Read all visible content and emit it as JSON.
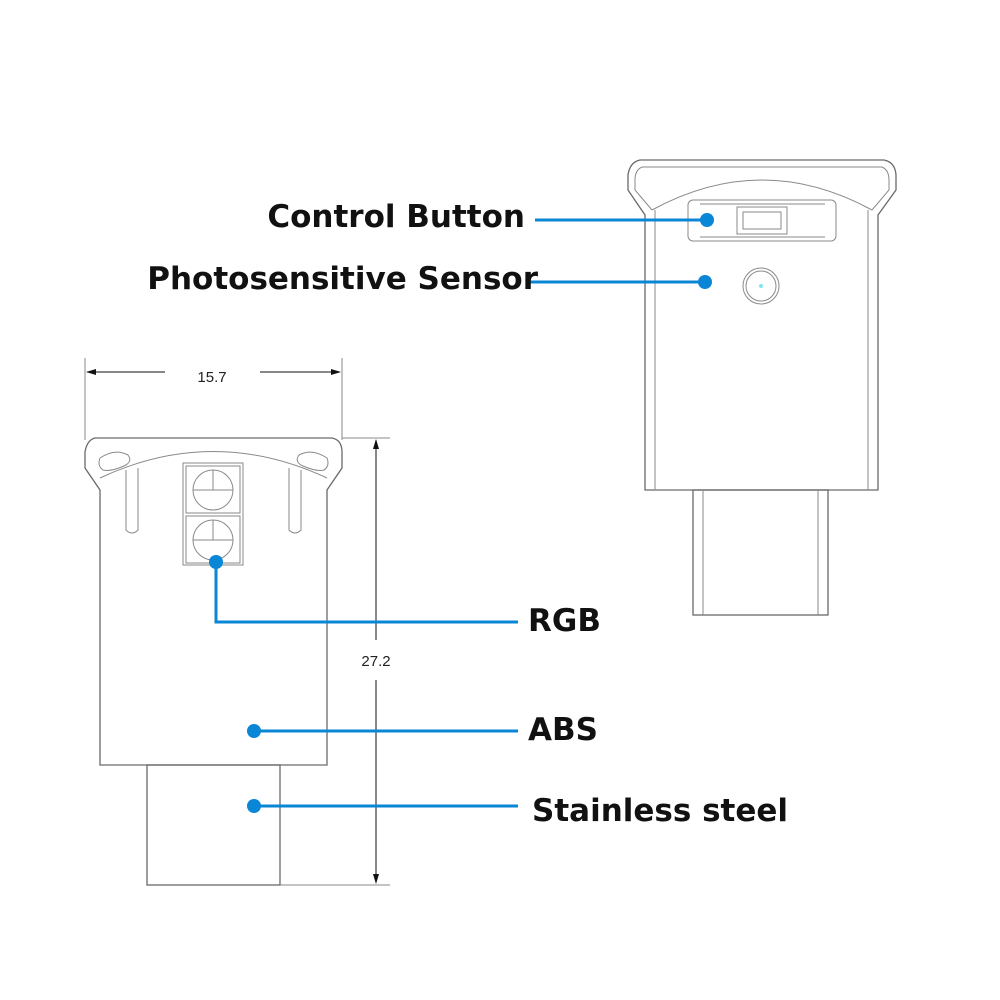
{
  "labels": {
    "control_button": "Control Button",
    "photosensitive_sensor": "Photosensitive Sensor",
    "rgb": "RGB",
    "abs": "ABS",
    "stainless_steel": "Stainless steel"
  },
  "dimensions": {
    "width": "15.7",
    "height": "27.2"
  },
  "colors": {
    "leader": "#0a86d6",
    "outline": "#6a6a6a"
  }
}
